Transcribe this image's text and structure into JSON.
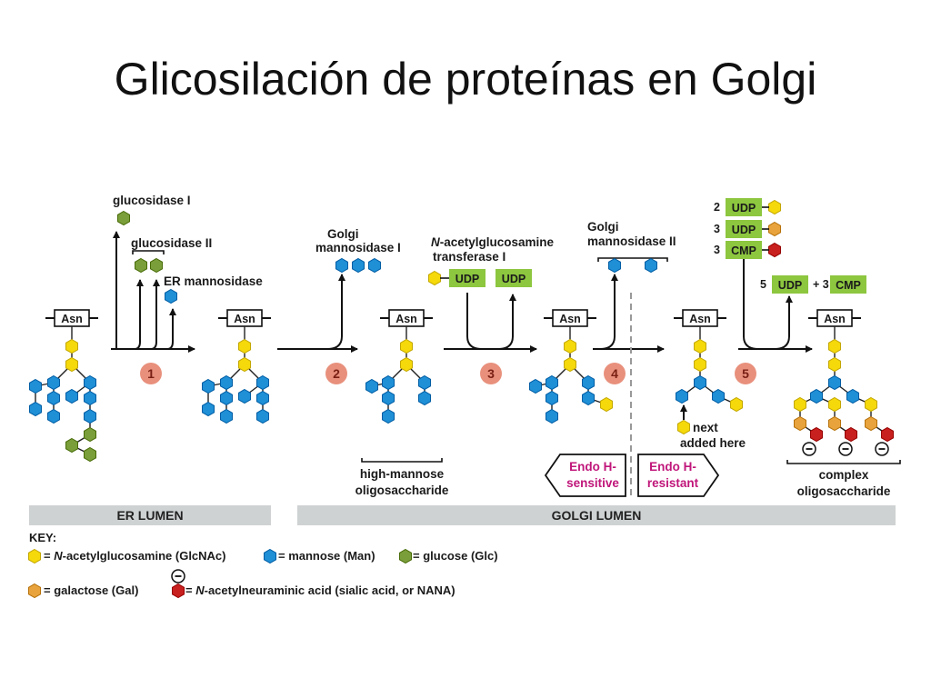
{
  "title": "Glicosilación de proteínas en Golgi",
  "asn_label": "Asn",
  "enzymes": {
    "glucosidase_1": "glucosidase I",
    "glucosidase_2": "glucosidase II",
    "er_mannosidase": "ER mannosidase",
    "golgi_mannosidase_1_line1": "Golgi",
    "golgi_mannosidase_1_line2": "mannosidase I",
    "glcnac_transferase_line1_italic": "N",
    "glcnac_transferase_line1_rest": "-acetylglucosamine",
    "glcnac_transferase_line2": "transferase I",
    "golgi_mannosidase_2_line1": "Golgi",
    "golgi_mannosidase_2_line2": "mannosidase II"
  },
  "nucleotides": {
    "udp": "UDP",
    "cmp": "CMP",
    "count_2": "2",
    "count_3a": "3",
    "count_3b": "3",
    "count_5": "5",
    "plus_3": "+ 3"
  },
  "steps": [
    "1",
    "2",
    "3",
    "4",
    "5"
  ],
  "labels": {
    "high_mannose_line1": "high-mannose",
    "high_mannose_line2": "oligosaccharide",
    "next_added_line1": "next",
    "next_added_line2": "added here",
    "endo_sensitive_line1": "Endo H-",
    "endo_sensitive_line2": "sensitive",
    "endo_resistant_line1": "Endo H-",
    "endo_resistant_line2": "resistant",
    "complex_line1": "complex",
    "complex_line2": "oligosaccharide"
  },
  "lumens": {
    "er": "ER LUMEN",
    "golgi": "GOLGI LUMEN"
  },
  "key": {
    "title": "KEY:",
    "glcnac_italic": "N",
    "glcnac_rest": "-acetylglucosamine (GlcNAc)",
    "mannose": "= mannose (Man)",
    "glucose": "= glucose (Glc)",
    "galactose": "= galactose (Gal)",
    "nana_italic": "N",
    "nana_rest": "-acetylneuraminic acid (sialic acid, or NANA)",
    "equals": "= "
  },
  "colors": {
    "glcnac": "#f5d90a",
    "mannose": "#1f8fd6",
    "glucose": "#7a9e3a",
    "galactose": "#e8a33c",
    "nana": "#c8201e",
    "nucleotide_box": "#8dc63f",
    "step_circle": "#e8907c",
    "endo_text": "#c0167a",
    "lumen_bar": "#cfd2d3"
  }
}
